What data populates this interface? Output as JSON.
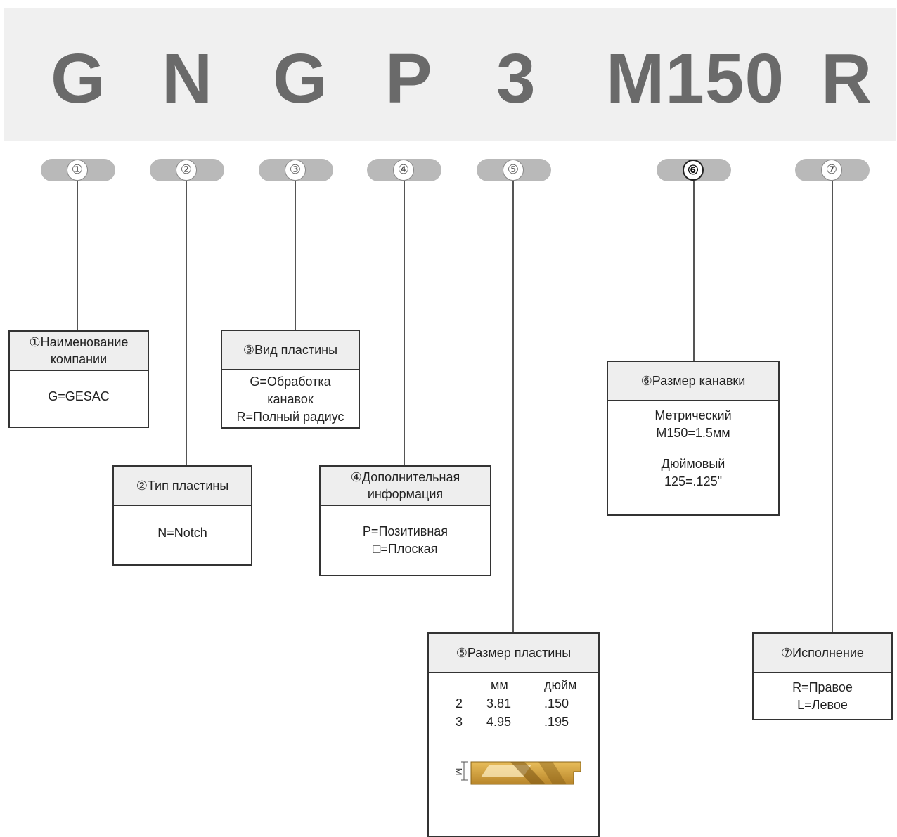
{
  "code": {
    "letters": [
      "G",
      "N",
      "G",
      "P",
      "3",
      "M150",
      "R"
    ]
  },
  "markers": [
    "①",
    "②",
    "③",
    "④",
    "⑤",
    "⑥",
    "⑦"
  ],
  "boxes": {
    "company": {
      "title": "①Наименование компании",
      "lines": [
        "G=GESAC"
      ]
    },
    "insert_type": {
      "title": "②Тип пластины",
      "lines": [
        "N=Notch"
      ]
    },
    "insert_view": {
      "title": "③Вид пластины",
      "lines": [
        "G=Обработка канавок",
        "R=Полный радиус"
      ]
    },
    "additional": {
      "title": "④Дополнительная информация",
      "lines": [
        "P=Позитивная",
        "□=Плоская"
      ]
    },
    "insert_size": {
      "title": "⑤Размер пластины",
      "col_mm": "мм",
      "col_inch": "дюйм",
      "rows": [
        {
          "size": "2",
          "mm": "3.81",
          "inch": ".150"
        },
        {
          "size": "3",
          "mm": "4.95",
          "inch": ".195"
        }
      ],
      "profile_label": "M"
    },
    "groove_size": {
      "title": "⑥Размер канавки",
      "metric_label": "Метрический",
      "metric_value": "M150=1.5мм",
      "inch_label": "Дюймовый",
      "inch_value": "125=.125\""
    },
    "execution": {
      "title": "⑦Исполнение",
      "lines": [
        "R=Правое",
        "L=Левое"
      ]
    }
  },
  "colors": {
    "banner": "#f0f0f0",
    "letters": "#6a6a6a",
    "pill": "#b9b9b9",
    "profile_gold": "#d9a63a"
  }
}
